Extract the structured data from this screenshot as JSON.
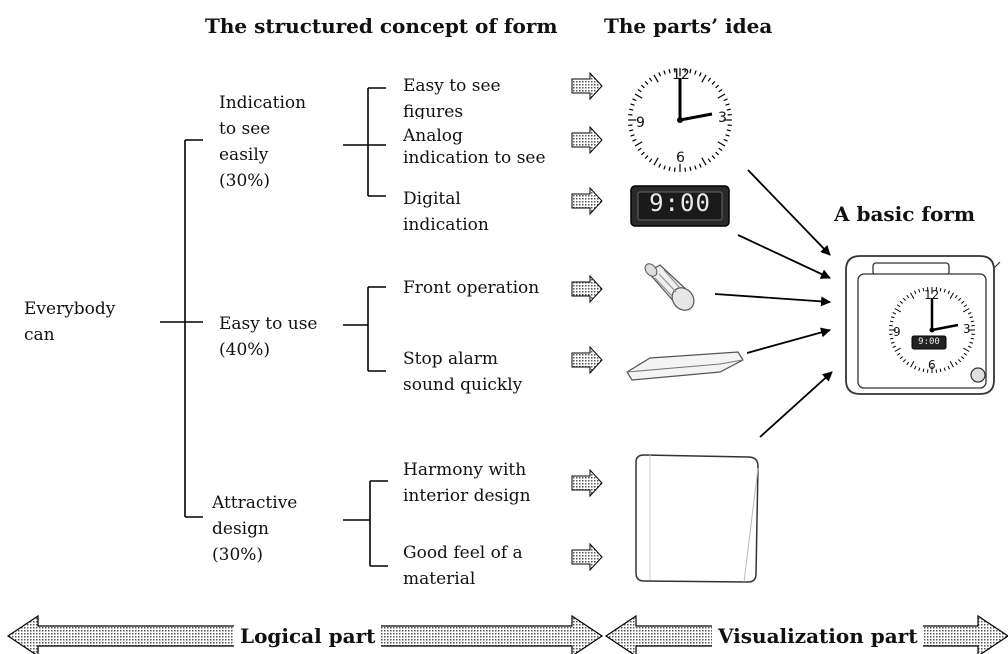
{
  "headers": {
    "structured": "The structured concept of form",
    "parts_idea": "The parts’ idea",
    "basic_form": "A basic form"
  },
  "root": "Everybody\ncan",
  "categories": {
    "indication": "Indication\nto see\neasily\n(30%)",
    "easy_use": "Easy to use\n(40%)",
    "attractive": "Attractive\ndesign\n(30%)"
  },
  "leaves": {
    "figures": "Easy to see\nfigures",
    "analog": "Analog\nindication to see",
    "digital": "Digital\nindication",
    "front": "Front operation",
    "stop": "Stop alarm\nsound quickly",
    "harmony": "Harmony with\ninterior design",
    "material": "Good feel of a\nmaterial"
  },
  "clock": {
    "n12": "12",
    "n3": "3",
    "n6": "6",
    "n9": "9"
  },
  "digital_display": "9:00",
  "bottom": {
    "logical": "Logical part",
    "visual": "Visualization part"
  }
}
